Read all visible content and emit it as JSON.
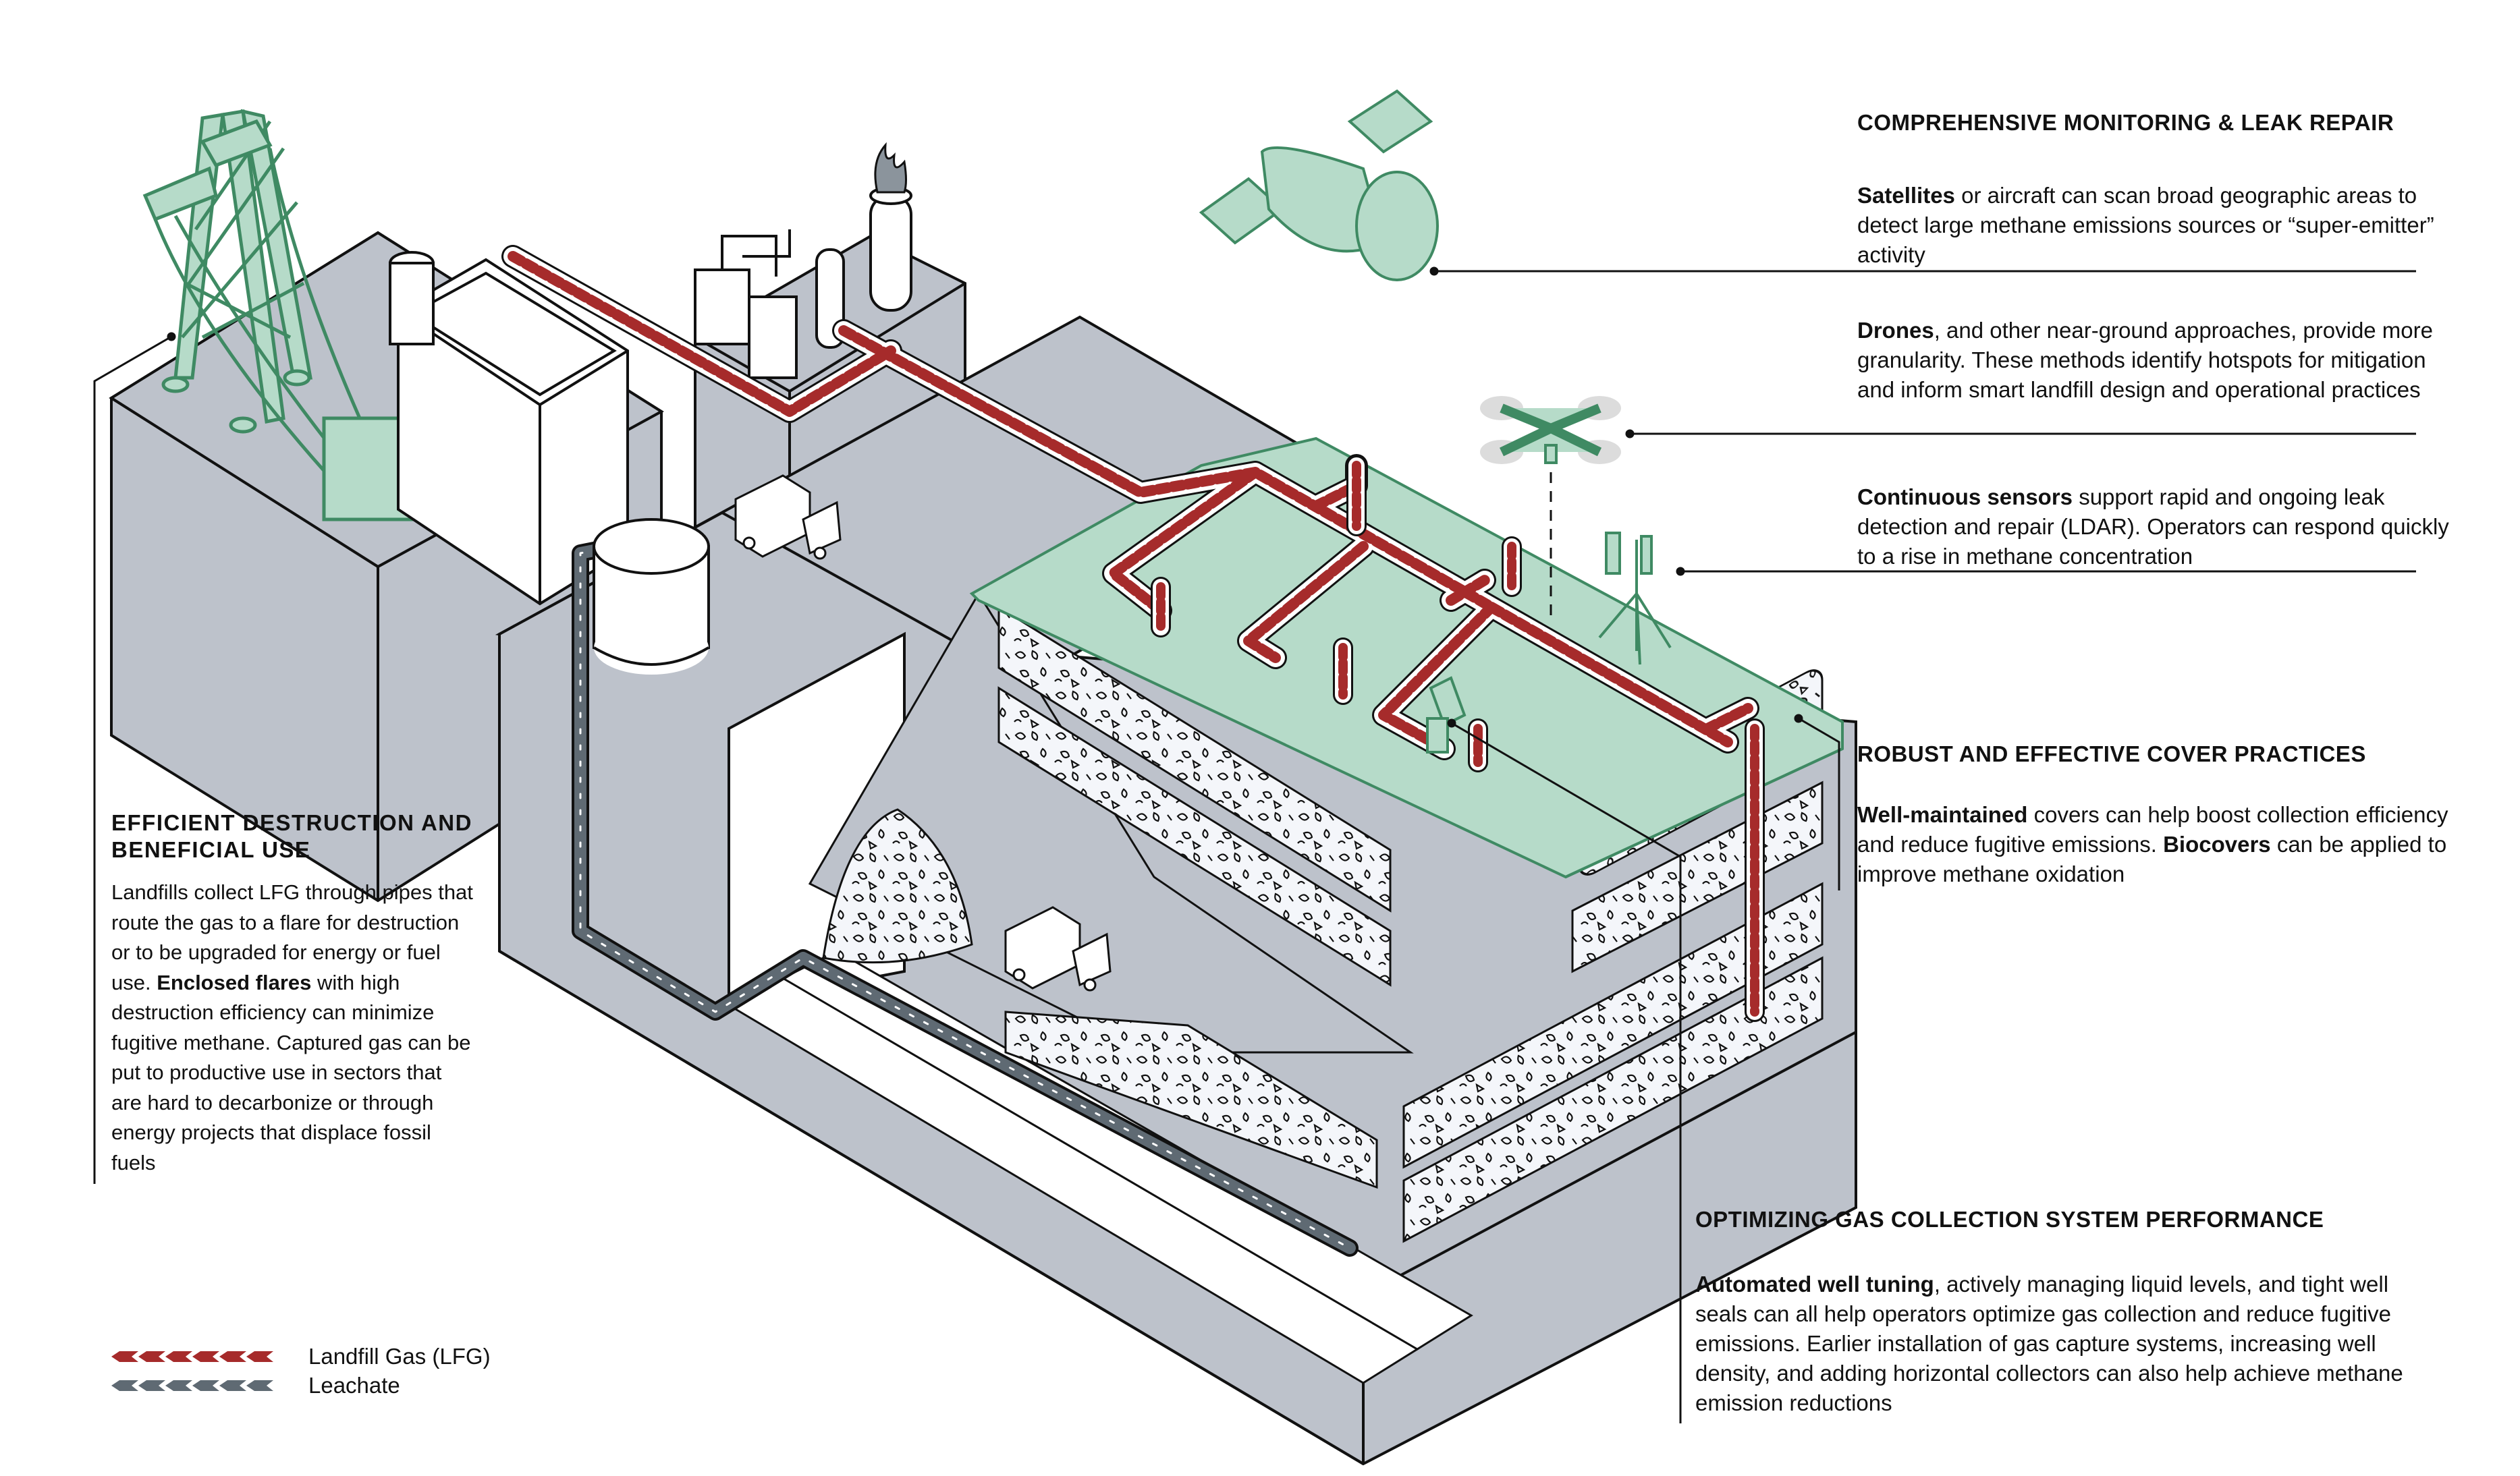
{
  "colors": {
    "lfg": "#a62b2b",
    "leachate": "#5f6a73",
    "ground": "#bdc2cb",
    "cover": "#b6dbc9",
    "cover_line": "#3f8a63",
    "ink": "#111111",
    "waste": "#f4f6fa"
  },
  "callouts": {
    "monitoring": {
      "heading": "COMPREHENSIVE MONITORING & LEAK REPAIR",
      "items": [
        {
          "bold": "Satellites",
          "text": " or aircraft can scan broad geographic areas to detect large methane emissions sources or “super-emitter” activity",
          "target_icon": "satellite-icon"
        },
        {
          "bold": "Drones",
          "text": ", and other near-ground approaches, provide more granularity. These methods identify hotspots for mitigation and inform smart landfill design and operational practices",
          "target_icon": "drone-icon"
        },
        {
          "bold": "Continuous sensors",
          "text": " support rapid and ongoing leak detection and repair (LDAR). Operators can respond quickly to a rise in methane concentration",
          "target_icon": "sensor-tower-icon"
        }
      ]
    },
    "cover": {
      "heading": "ROBUST AND EFFECTIVE COVER PRACTICES",
      "bold1": "Well-maintained",
      "text1": " covers can help boost collection efficiency and reduce fugitive emissions. ",
      "bold2": "Biocovers",
      "text2": " can be applied to improve methane oxidation"
    },
    "destruction": {
      "heading_line1": "EFFICIENT DESTRUCTION AND",
      "heading_line2": "BENEFICIAL USE",
      "text1": "Landfills collect LFG through pipes that route the gas to a flare for destruction or to be upgraded for energy or fuel use. ",
      "bold": "Enclosed flares",
      "text2": " with high destruction efficiency can minimize fugitive methane. Captured gas can be put to productive use in sectors that are hard to decarbonize or through energy projects that displace fossil fuels"
    },
    "collection": {
      "heading": "OPTIMIZING GAS COLLECTION SYSTEM PERFORMANCE",
      "bold": "Automated well tuning",
      "text": ", actively managing liquid levels, and tight well seals can all help operators optimize gas collection and reduce fugitive emissions. Earlier installation of gas capture systems, increasing well density, and adding horizontal collectors can also help achieve methane emission reductions"
    }
  },
  "legend": [
    {
      "label": "Landfill Gas (LFG)",
      "color_key": "lfg"
    },
    {
      "label": "Leachate",
      "color_key": "leachate"
    }
  ]
}
